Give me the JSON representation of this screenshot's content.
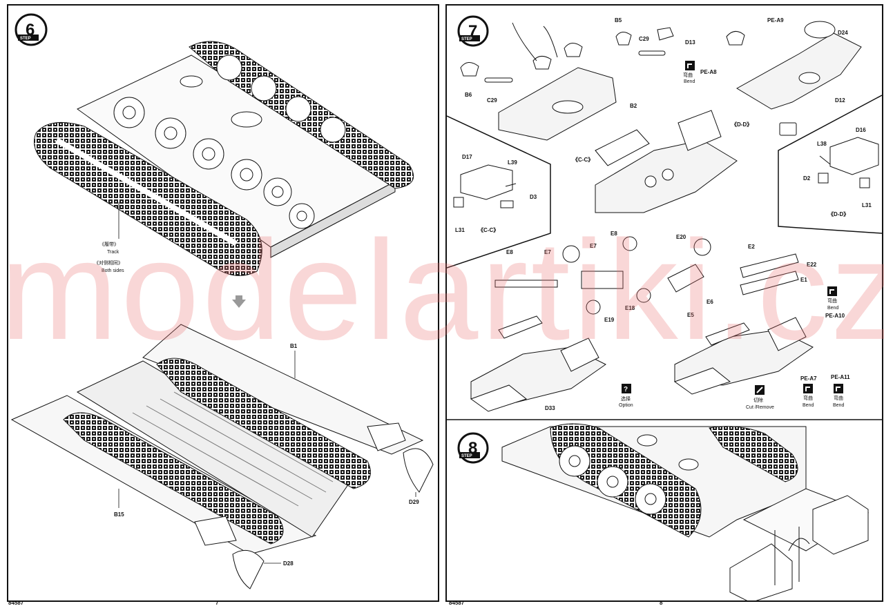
{
  "left_page": {
    "step6": {
      "number": "6",
      "step_word": "STEP",
      "track_cn": "《履带》",
      "track_en": "Track",
      "both_cn": "《对侧相同》",
      "both_en": "Both sides",
      "part_b1": "B1",
      "part_b15": "B15",
      "part_d28": "D28",
      "part_d29": "D29"
    },
    "footer_code": "84587",
    "footer_page": "7"
  },
  "right_page": {
    "step7": {
      "number": "7",
      "step_word": "STEP",
      "parts": {
        "b5": "B5",
        "b6": "B6",
        "c29a": "C29",
        "c29b": "C29",
        "b2": "B2",
        "d13": "D13",
        "pe_a8": "PE-A8",
        "pe_a9": "PE-A9",
        "d24": "D24",
        "d12": "D12",
        "dd": "《D-D》",
        "cc": "《C-C》",
        "d17": "D17",
        "l39": "L39",
        "d3": "D3",
        "l31a": "L31",
        "cc2": "《C-C》",
        "d16": "D16",
        "l38": "L38",
        "d2": "D2",
        "l31b": "L31",
        "dd2": "《D-D》",
        "e8a": "E8",
        "e7a": "E7",
        "e7b": "E7",
        "e8b": "E8",
        "e19": "E19",
        "e18": "E18",
        "e20": "E20",
        "e5": "E5",
        "e6": "E6",
        "e2": "E2",
        "e22": "E22",
        "e1": "E1",
        "pe_a10": "PE-A10",
        "pe_a7": "PE-A7",
        "pe_a11": "PE-A11",
        "d33": "D33"
      },
      "bend_cn": "弯曲",
      "bend_en": "Bend",
      "option_cn": "选择",
      "option_en": "Option",
      "remove_cn": "切除",
      "remove_en": "Cut /Remove"
    },
    "step8": {
      "number": "8",
      "step_word": "STEP"
    },
    "footer_code": "84587",
    "footer_page": "8"
  },
  "watermark": "modelartiki.cz"
}
